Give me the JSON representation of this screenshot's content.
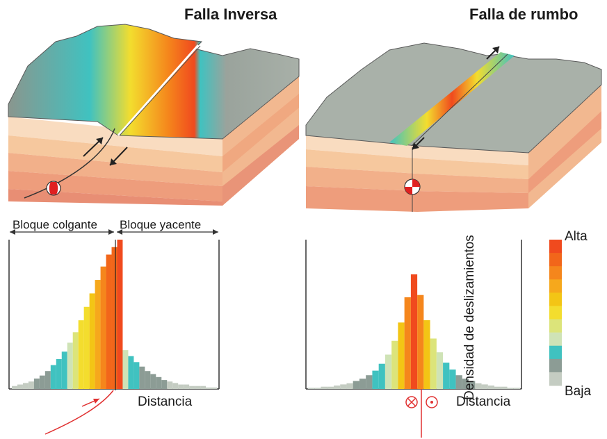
{
  "panels": {
    "left": {
      "title": "Falla Inversa",
      "hanging_wall_label": "Bloque colgante",
      "footwall_label": "Bloque yacente",
      "x_label": "Distancia",
      "histogram_bins": [
        0.02,
        0.03,
        0.04,
        0.05,
        0.07,
        0.09,
        0.12,
        0.16,
        0.2,
        0.25,
        0.31,
        0.38,
        0.46,
        0.55,
        0.64,
        0.73,
        0.82,
        0.9,
        0.95,
        1.0,
        0.26,
        0.22,
        0.18,
        0.15,
        0.12,
        0.1,
        0.08,
        0.06,
        0.05,
        0.04,
        0.03,
        0.03,
        0.02,
        0.02,
        0.02,
        0.01,
        0.01
      ]
    },
    "right": {
      "title": "Falla de rumbo",
      "x_label": "Distancia",
      "histogram_bins": [
        0.01,
        0.01,
        0.02,
        0.02,
        0.03,
        0.04,
        0.05,
        0.07,
        0.09,
        0.12,
        0.16,
        0.22,
        0.3,
        0.42,
        0.58,
        0.8,
        1.0,
        0.82,
        0.6,
        0.44,
        0.32,
        0.23,
        0.17,
        0.12,
        0.09,
        0.07,
        0.05,
        0.04,
        0.03,
        0.02,
        0.02,
        0.01,
        0.01
      ]
    }
  },
  "legend": {
    "title": "Densidad de deslizamientos",
    "high_label": "Alta",
    "low_label": "Baja",
    "colors": [
      "#f04a1e",
      "#f2661a",
      "#f5861c",
      "#f6a81c",
      "#f3c515",
      "#f3dd2e",
      "#dce47a",
      "#cfe3b6",
      "#40c2c0",
      "#8c9c95",
      "#c4ccc2"
    ]
  }
}
